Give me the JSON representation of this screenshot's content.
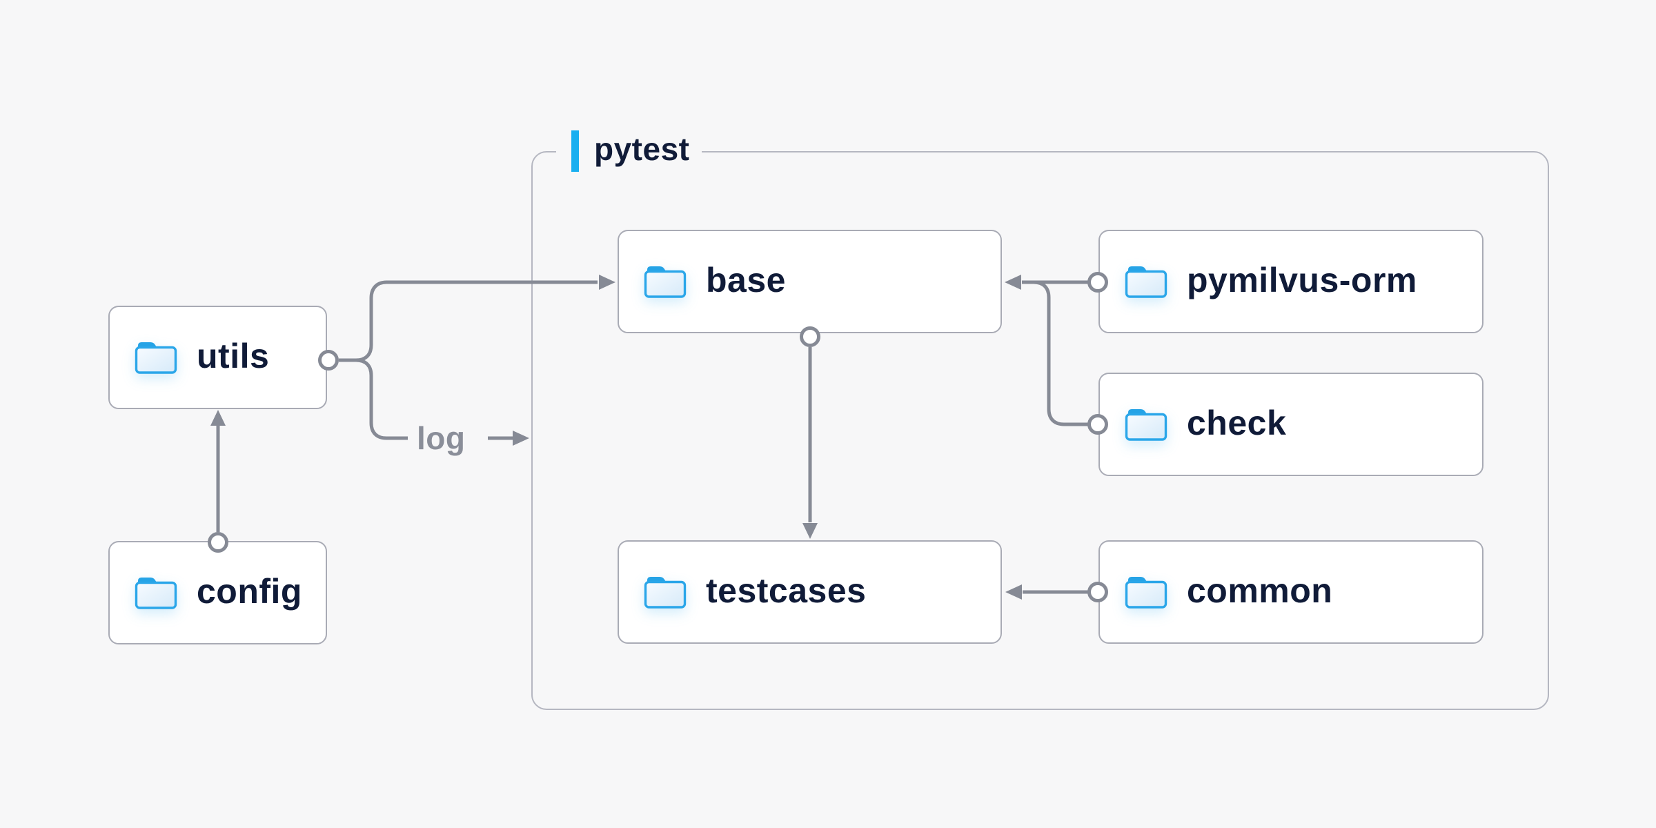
{
  "diagram": {
    "background_color": "#f7f7f8",
    "container": {
      "label": "pytest",
      "accent_color": "#19aff0",
      "border_color": "#b5b7c1"
    },
    "nodes": [
      {
        "id": "utils",
        "label": "utils",
        "icon": "folder-icon"
      },
      {
        "id": "config",
        "label": "config",
        "icon": "folder-icon"
      },
      {
        "id": "base",
        "label": "base",
        "icon": "folder-icon"
      },
      {
        "id": "pymilvus-orm",
        "label": "pymilvus-orm",
        "icon": "folder-icon"
      },
      {
        "id": "check",
        "label": "check",
        "icon": "folder-icon"
      },
      {
        "id": "testcases",
        "label": "testcases",
        "icon": "folder-icon"
      },
      {
        "id": "common",
        "label": "common",
        "icon": "folder-icon"
      }
    ],
    "edge_label": "log",
    "edges": [
      {
        "from": "config",
        "to": "utils"
      },
      {
        "from": "utils",
        "to": "base"
      },
      {
        "from": "utils",
        "to": "log"
      },
      {
        "from": "base",
        "to": "testcases"
      },
      {
        "from": "pymilvus-orm",
        "to": "base"
      },
      {
        "from": "check",
        "to": "base"
      },
      {
        "from": "common",
        "to": "testcases"
      }
    ],
    "colors": {
      "node_fill": "#ffffff",
      "node_border": "#a9abb5",
      "node_text": "#101b38",
      "connector": "#868a95",
      "edge_label_text": "#8a8e99",
      "folder_blue": "#2aa6e9"
    }
  }
}
